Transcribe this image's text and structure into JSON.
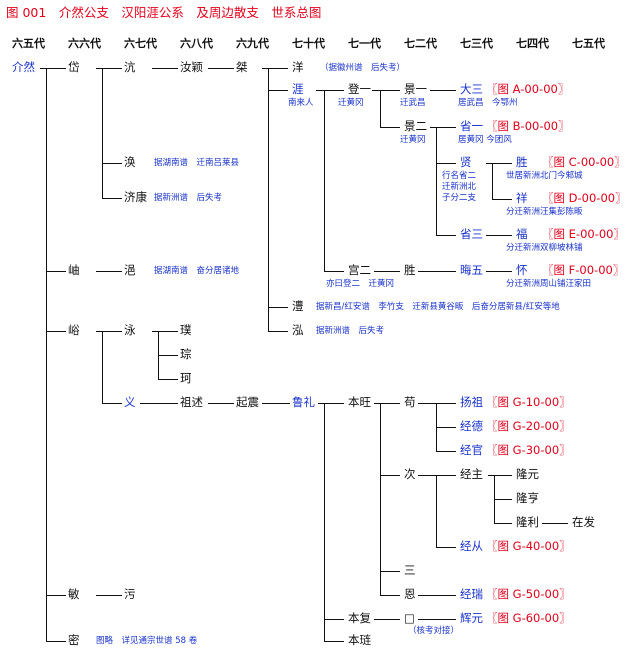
{
  "title": "图 001　介然公支　汉阳涯公系　及周边散支　世系总图",
  "generations": [
    "六五代",
    "六六代",
    "六七代",
    "六八代",
    "六九代",
    "七十代",
    "七一代",
    "七二代",
    "七三代",
    "七四代",
    "七五代"
  ],
  "colors": {
    "person_blue": "#1a33cc",
    "reference_red": "#e2001a",
    "line": "#111111"
  },
  "nodes": {
    "jieran": "介然",
    "dai": "岱",
    "kang": "沆",
    "rufeng": "汝颖",
    "jie": "桀",
    "yang": "洋",
    "yang_note": "（据徽州谱　后失考）",
    "ya": "涯",
    "ya_note": "南来人",
    "deng1": "登一",
    "deng1_note": "迁黄冈",
    "jing1": "景一",
    "jing1_note": "迁武昌",
    "dasan": "大三",
    "dasan_note": "居武昌　今鄂州",
    "dasan_ref": "〖图 A-00-00〗",
    "jing2": "景二",
    "jing2_note": "迁黄冈",
    "sheng1": "省一",
    "sheng1_note": "居黄冈 今团风",
    "sheng1_ref": "〖图 B-00-00〗",
    "xian": "贤",
    "xian_note1": "行名省二",
    "xian_note2": "迁新洲北",
    "xian_note3": "子分二支",
    "sheng_c": "胜",
    "sheng_c_ref": "〖图 C-00-00〗",
    "sheng_c_note": "世居新洲北门今邾城",
    "xiang": "祥",
    "xiang_ref": "〖图 D-00-00〗",
    "xiang_note": "分迁新洲汪集彭陈畈",
    "sheng3": "省三",
    "fu": "福",
    "fu_ref": "〖图 E-00-00〗",
    "fu_note": "分迁新洲双柳坡林铺",
    "huan": "涣",
    "huan_note": "据湖南谱　迁南吕莱县",
    "jikang": "济康",
    "jikang_note": "据新洲谱　后失考",
    "gong2": "宫二",
    "gong2_note": "亦曰登二　迁黄冈",
    "sheng_s": "胜",
    "shiwu": "晦五",
    "huai": "怀",
    "huai_ref": "〖图 F-00-00〗",
    "huai_note": "分迁新洲周山铺汪家田",
    "xiu": "岫",
    "yi": "浥",
    "yi_note": "据湖南谱　奋分居诸地",
    "li": "澧",
    "li_note": "据新昌/红安谱　李竹支　迁新县黄谷畈　后奋分居新县/红安等地",
    "hong": "泓",
    "hong_note": "据新洲谱　后失考",
    "yu": "峪",
    "yong": "泳",
    "pu": "璞",
    "cong": "琮",
    "ke": "珂",
    "yi2": "义",
    "zushu": "祖述",
    "qizhen": "起震",
    "luli": "鲁礼",
    "benwang": "本旺",
    "gou": "苟",
    "yangzu": "扬祖",
    "yangzu_ref": "〖图 G-10-00〗",
    "jingde": "经德",
    "jingde_ref": "〖图 G-20-00〗",
    "jingguan": "经官",
    "jingguan_ref": "〖图 G-30-00〗",
    "ci": "次",
    "jingzhu": "经主",
    "longyuan": "隆元",
    "longheng": "隆亨",
    "longli": "隆利",
    "zaifa": "在发",
    "jingcong": "经从",
    "jingcong_ref": "〖图 G-40-00〗",
    "san": "三",
    "en": "恩",
    "jingrui": "经瑞",
    "jingrui_ref": "〖图 G-50-00〗",
    "benfu": "本复",
    "box": "□",
    "box_note": "（核考对接）",
    "huiyuan": "辉元",
    "huiyuan_ref": "〖图 G-60-00〗",
    "benlian": "本琏",
    "min": "敏",
    "wu": "污",
    "mi": "密",
    "mi_note": "图略　详见通宗世谱 58 卷"
  }
}
